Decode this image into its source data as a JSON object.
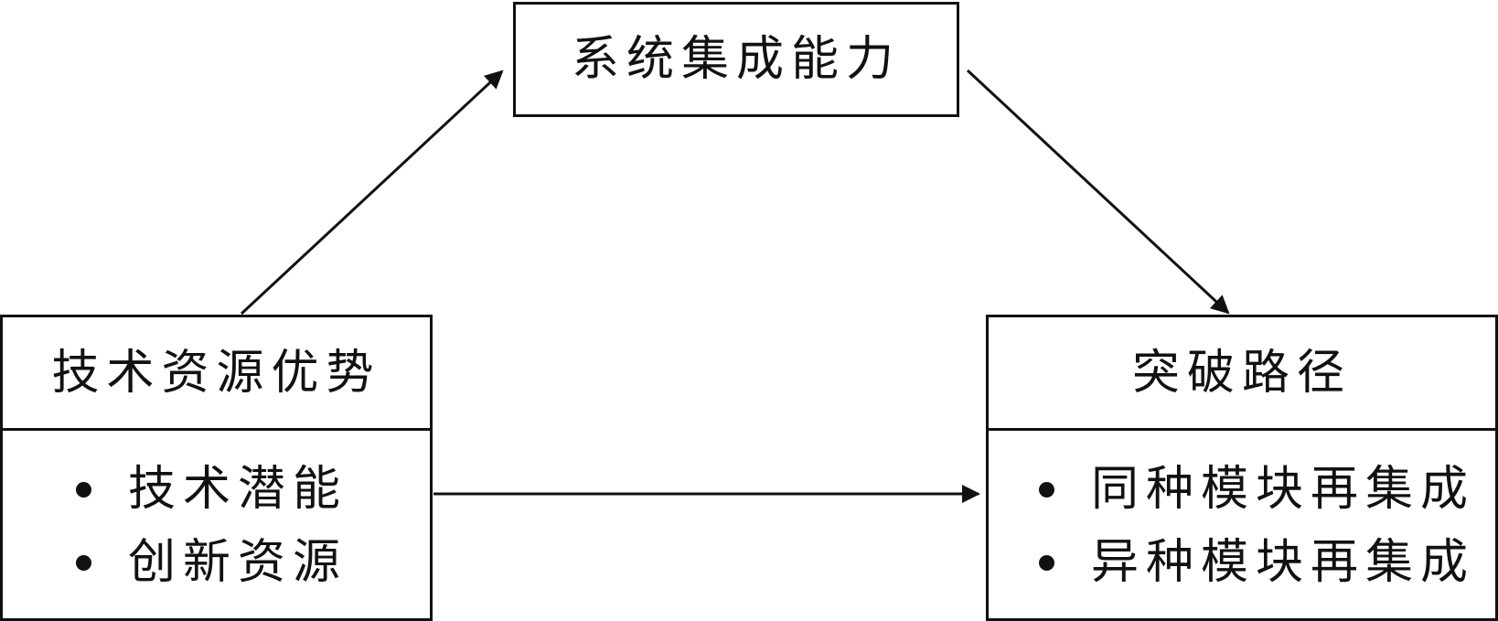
{
  "nodes": {
    "system_integration": {
      "title": "系统集成能力"
    },
    "tech_resource": {
      "title": "技术资源优势",
      "items": [
        "技术潜能",
        "创新资源"
      ]
    },
    "breakthrough_path": {
      "title": "突破路径",
      "items": [
        "同种模块再集成",
        "异种模块再集成"
      ]
    }
  },
  "edges": [
    {
      "from": "技术资源优势",
      "to": "系统集成能力"
    },
    {
      "from": "系统集成能力",
      "to": "突破路径"
    },
    {
      "from": "技术资源优势",
      "to": "突破路径"
    }
  ],
  "colors": {
    "stroke": "#111111",
    "background": "#ffffff"
  }
}
